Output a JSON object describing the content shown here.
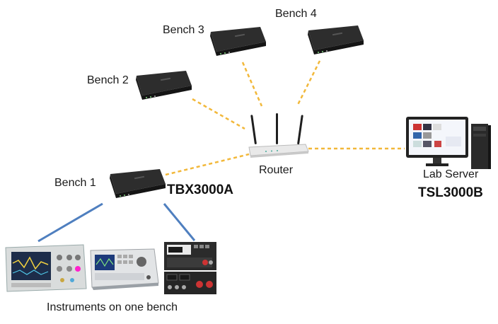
{
  "benches": [
    {
      "label": "Bench 1"
    },
    {
      "label": "Bench 2"
    },
    {
      "label": "Bench 3"
    },
    {
      "label": "Bench 4"
    }
  ],
  "tbx_model": "TBX3000A",
  "router_label": "Router",
  "server": {
    "label": "Lab Server",
    "model": "TSL3000B"
  },
  "instruments_caption": "Instruments on one bench",
  "colors": {
    "wireless_link": "#f2b83a",
    "wired_link": "#4f7fbf",
    "device_body": "#2d2d2d"
  },
  "icons": [
    "tbx-box-icon",
    "router-icon",
    "lab-server-icon",
    "oscilloscope-icon",
    "function-generator-icon",
    "multimeter-icon",
    "power-supply-icon"
  ]
}
